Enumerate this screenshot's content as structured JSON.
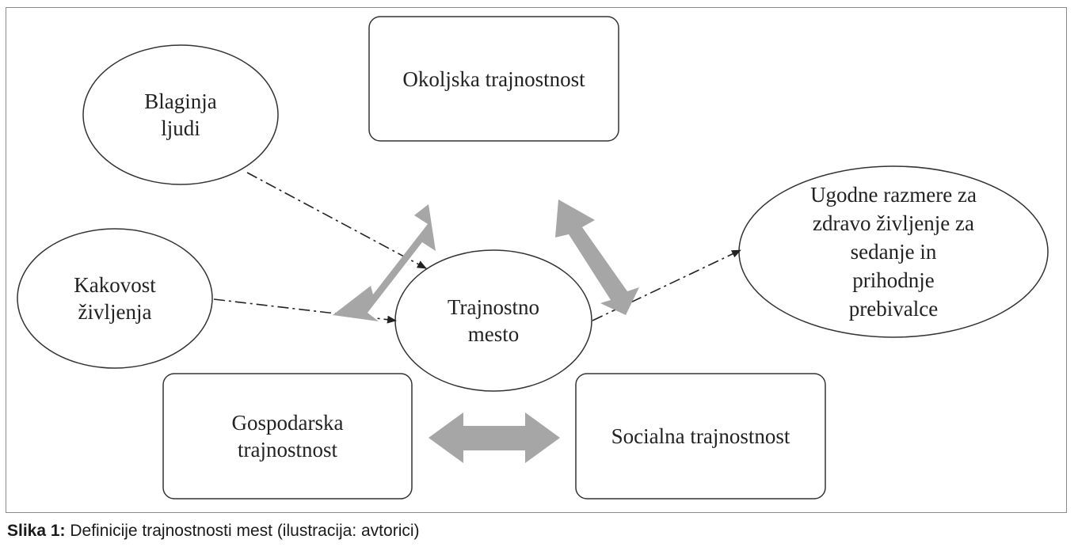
{
  "nodes": {
    "okoljska": "Okoljska trajnostnost",
    "blaginja": [
      "Blaginja",
      "ljudi"
    ],
    "kakovost": [
      "Kakovost",
      "življenja"
    ],
    "center": [
      "Trajnostno",
      "mesto"
    ],
    "ugodne": [
      "Ugodne razmere za",
      "zdravo življenje za",
      "sedanje in",
      "prihodnje",
      "prebivalce"
    ],
    "gospodarska": [
      "Gospodarska",
      "trajnostnost"
    ],
    "socialna": "Socialna trajnostnost"
  },
  "caption": {
    "prefix": "Slika 1:",
    "text": " Definicije trajnostnosti mest (ilustracija: avtorici)"
  },
  "colors": {
    "arrow_fill": "#a6a6a6",
    "line": "#222222",
    "frame": "#8a8a8a"
  }
}
